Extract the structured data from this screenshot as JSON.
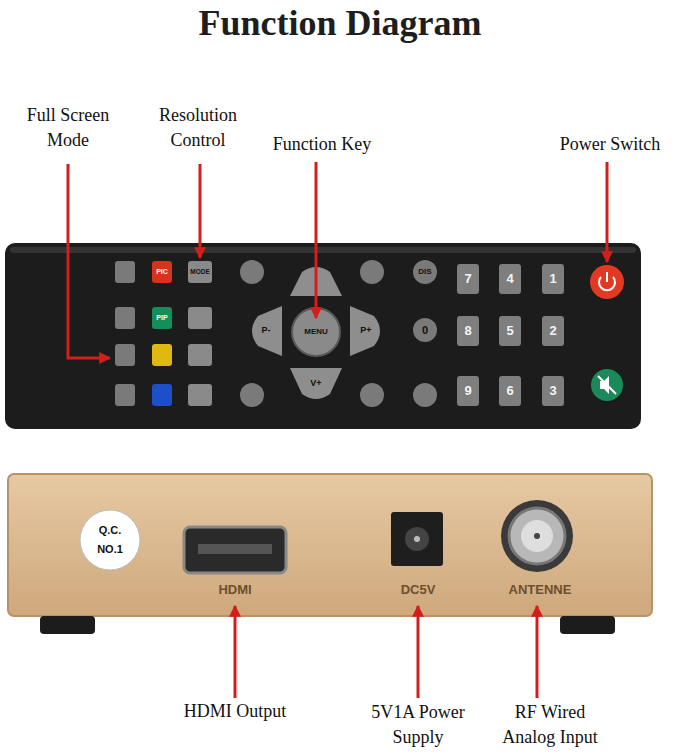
{
  "diagram": {
    "title": "Function Diagram",
    "labels": [
      "Full Screen Mode",
      "Resolution Control",
      "Function Key",
      "Power Switch",
      "PIC",
      "MODE",
      "DIS",
      "7",
      "4",
      "1",
      "P-",
      "MENU",
      "P+",
      "0",
      "8",
      "5",
      "2",
      "PIP",
      "V+",
      "9",
      "6",
      "3",
      "Q.C.",
      "NO.1",
      "HDMI",
      "DC5V",
      "ANTENNE",
      "HDMI Output",
      "5V1A Power Supply",
      "RF Wired Analog Input"
    ]
  }
}
